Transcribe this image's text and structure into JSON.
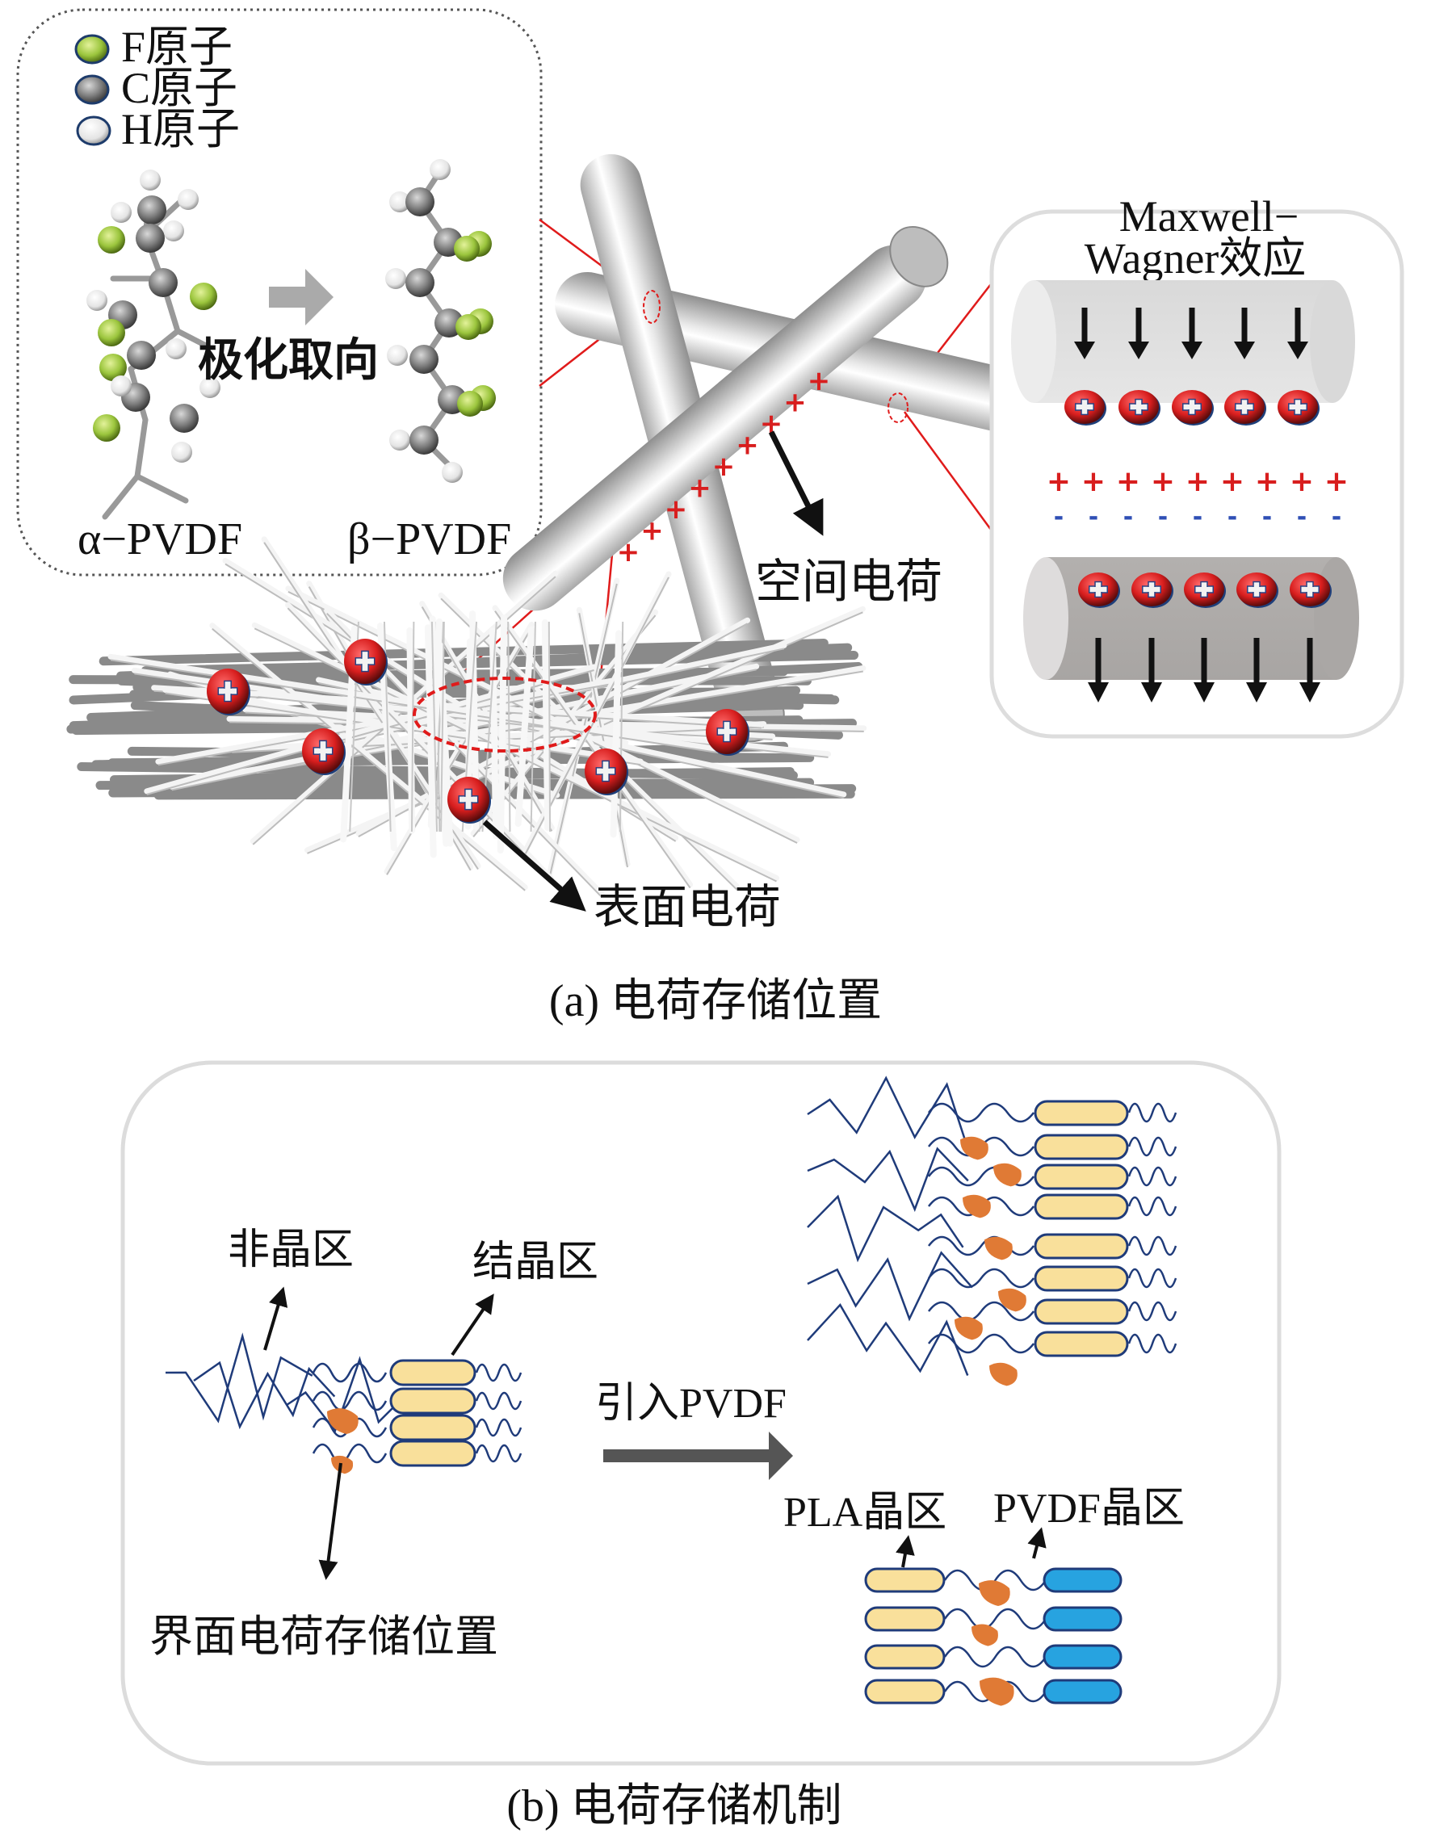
{
  "panel_a": {
    "legend": [
      {
        "label": "F原子",
        "color": "#8dbb2a",
        "icon": "f-atom-sphere-icon"
      },
      {
        "label": "C原子",
        "color": "#7a7a7a",
        "icon": "c-atom-sphere-icon"
      },
      {
        "label": "H原子",
        "color": "#e6e6e6",
        "icon": "h-atom-sphere-icon"
      }
    ],
    "alpha_label": "α−PVDF",
    "beta_label": "β−PVDF",
    "polarization_label": "极化取向",
    "space_charge_label": "空间电荷",
    "surface_charge_label": "表面电荷",
    "mw_title_line1": "Maxwell−",
    "mw_title_line2": "Wagner效应",
    "plus_sign": "+",
    "minus_sign": "-",
    "caption": "(a) 电荷存储位置"
  },
  "panel_b": {
    "amorphous_label": "非晶区",
    "crystalline_label": "结晶区",
    "interface_label": "界面电荷存储位置",
    "arrow_label": "引入PVDF",
    "pla_label": "PLA晶区",
    "pvdf_label": "PVDF晶区",
    "caption": "(b) 电荷存储机制"
  },
  "colors": {
    "fluorine": "#9bc53d",
    "carbon": "#7d7d7d",
    "hydrogen": "#ececec",
    "charge_red": "#d81e1e",
    "charge_minus": "#2f4fb5",
    "pla_crystal": "#f9e09b",
    "pvdf_crystal": "#27a3e0",
    "chain_blue": "#1f3b7a",
    "interface_orange": "#e07a35",
    "link_red": "#e01b1b"
  }
}
